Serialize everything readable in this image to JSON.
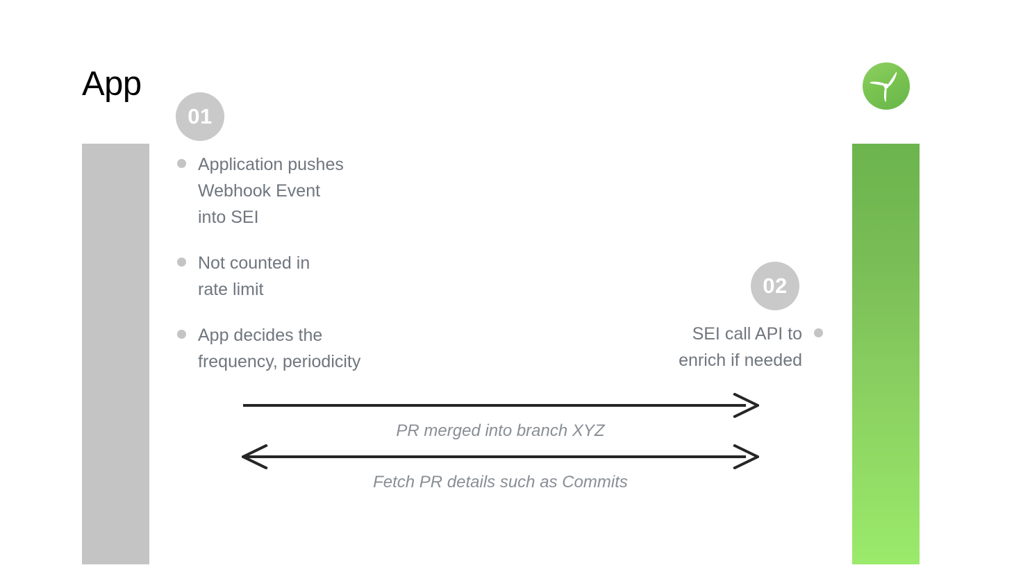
{
  "slide": {
    "background_color": "#ffffff",
    "title": "App"
  },
  "brand": {
    "logo_icon": "propeller-logo-icon",
    "logo_circle_color": "#78c552",
    "logo_blade_color": "#ffffff"
  },
  "lifelines": {
    "left": {
      "name": "app-lifeline",
      "color": "#c4c4c4"
    },
    "right": {
      "name": "sei-lifeline",
      "gradient_top": "#6cb44e",
      "gradient_bottom": "#9aea6b"
    }
  },
  "steps": [
    {
      "number": "01",
      "side": "left",
      "badge_color": "#c9c9c9",
      "bullets": [
        "Application pushes\nWebhook Event\ninto SEI",
        "Not counted in\nrate limit",
        "App decides the\nfrequency, periodicity"
      ]
    },
    {
      "number": "02",
      "side": "right",
      "badge_color": "#c9c9c9",
      "bullets": [
        "SEI call API to\nenrich if needed"
      ]
    }
  ],
  "messages": [
    {
      "label": "PR merged into branch XYZ",
      "direction": "right",
      "heads": "end",
      "color": "#262626"
    },
    {
      "label": "Fetch PR details such as Commits",
      "direction": "both",
      "heads": "both",
      "color": "#262626"
    }
  ],
  "colors": {
    "bullet_text": "#6f767e",
    "bullet_dot": "#c4c4c4",
    "arrow_label": "#888e94",
    "title_text": "#000000"
  }
}
